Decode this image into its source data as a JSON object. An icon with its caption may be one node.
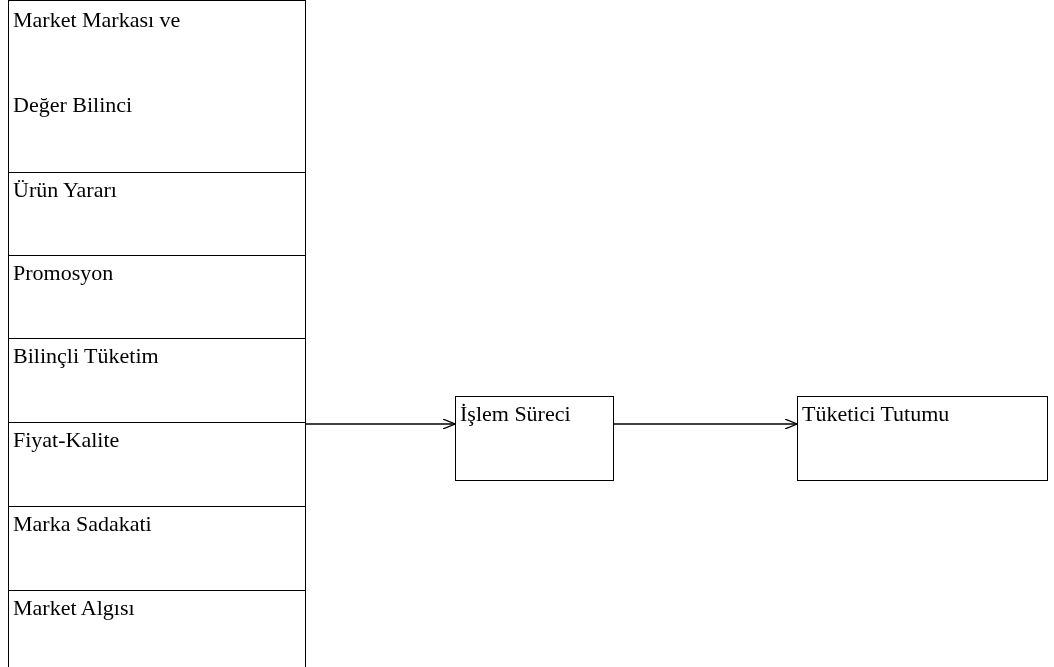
{
  "diagram": {
    "nodes": [
      {
        "text": [],
        "shape": "box"
      },
      {
        "text": [
          "Market Markası ve Değer Bilinci"
        ],
        "in": 0
      },
      {
        "text": [
          "Ürün Yararı"
        ],
        "in": 0
      },
      {
        "text": [
          "Promosyon"
        ],
        "in": 0
      },
      {
        "text": [
          "Bilinçli Tüketim"
        ],
        "in": 0
      },
      {
        "text": [
          "Fiyat-Kalite"
        ],
        "in": 0
      },
      {
        "text": [
          "Marka Sadakati"
        ],
        "in": 0
      },
      {
        "text": [
          "Market Algısı"
        ],
        "in": 0
      },
      {
        "text": [
          "İşlem Süreci"
        ]
      },
      {
        "text": [
          "Tüketici Tutumu"
        ]
      }
    ],
    "edges": [
      {
        "from": 0,
        "to": 8,
        "arrow": "to"
      },
      {
        "from": 8,
        "to": 9,
        "arrow": "to"
      }
    ]
  }
}
